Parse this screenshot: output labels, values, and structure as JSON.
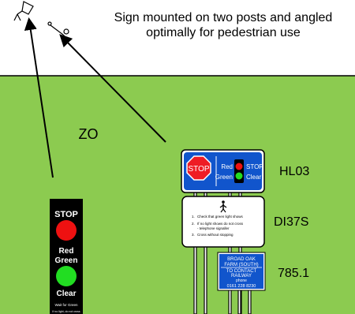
{
  "caption": {
    "line1": "Sign mounted on two posts and angled",
    "line2": "optimally for pedestrian use"
  },
  "zone_label": "ZO",
  "main_sign": {
    "stop": "STOP",
    "red_label": "Red",
    "stop_label": "STOP",
    "green_label": "Green",
    "clear_label": "Clear",
    "code": "HL03"
  },
  "instruction_sign": {
    "items": [
      {
        "num": "1.",
        "text": "Check that green light shows"
      },
      {
        "num": "2.",
        "text": "If no light shows do not cross"
      },
      {
        "num": "",
        "text": "- telephone signaller"
      },
      {
        "num": "3.",
        "text": "Cross without stopping"
      }
    ],
    "code": "DI37S"
  },
  "contact_sign": {
    "line1": "BROAD  OAK",
    "line2": "FARM  (SOUTH)",
    "line3": "TO  CONTACT",
    "line4": "RAILWAY",
    "line5": "phone",
    "line6": "0161  228  8230",
    "code": "785.1"
  },
  "side_sign": {
    "stop": "STOP",
    "red": "Red",
    "green": "Green",
    "clear": "Clear",
    "wait": "Wait for Green",
    "footer": "If no light, do not cross"
  },
  "colors": {
    "grass": "#8ccb50",
    "sky": "#ffffff",
    "sign_blue": "#1155cc",
    "stop_red": "#ee1c24",
    "light_red": "#ee1111",
    "light_green": "#22dd22"
  }
}
